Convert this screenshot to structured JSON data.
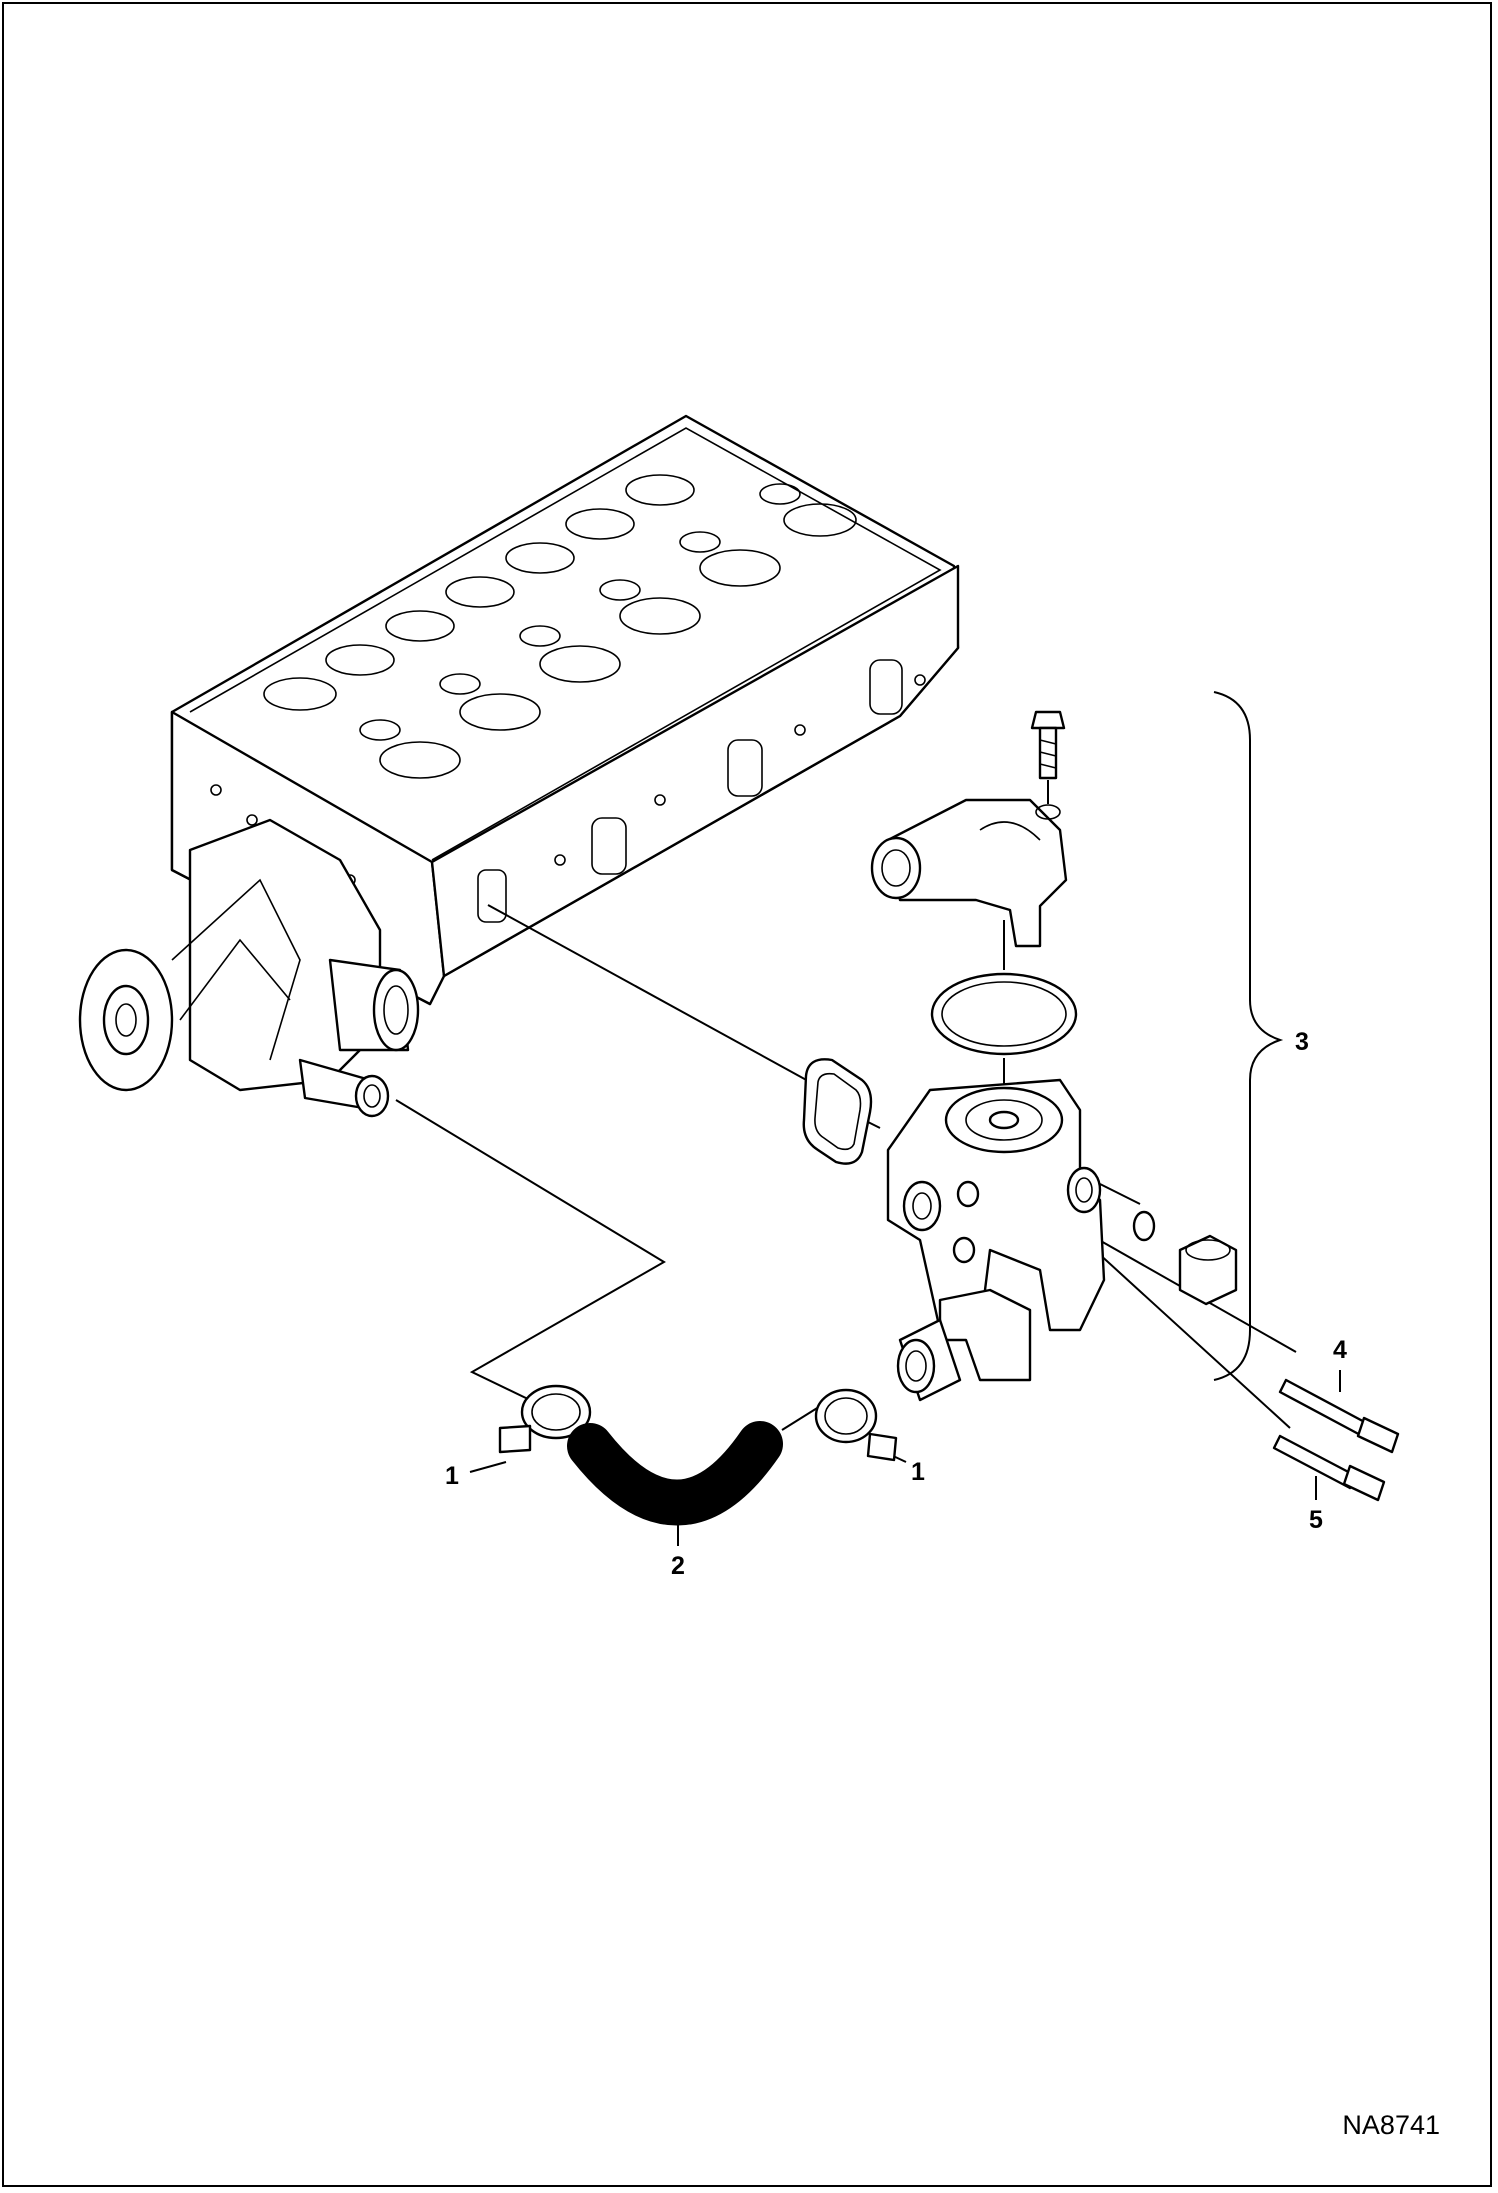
{
  "diagram": {
    "callouts": [
      {
        "id": "c1a",
        "label": "1"
      },
      {
        "id": "c1b",
        "label": "1"
      },
      {
        "id": "c2",
        "label": "2"
      },
      {
        "id": "c3",
        "label": "3"
      },
      {
        "id": "c4",
        "label": "4"
      },
      {
        "id": "c5",
        "label": "5"
      }
    ],
    "drawing_code": "NA8741"
  }
}
